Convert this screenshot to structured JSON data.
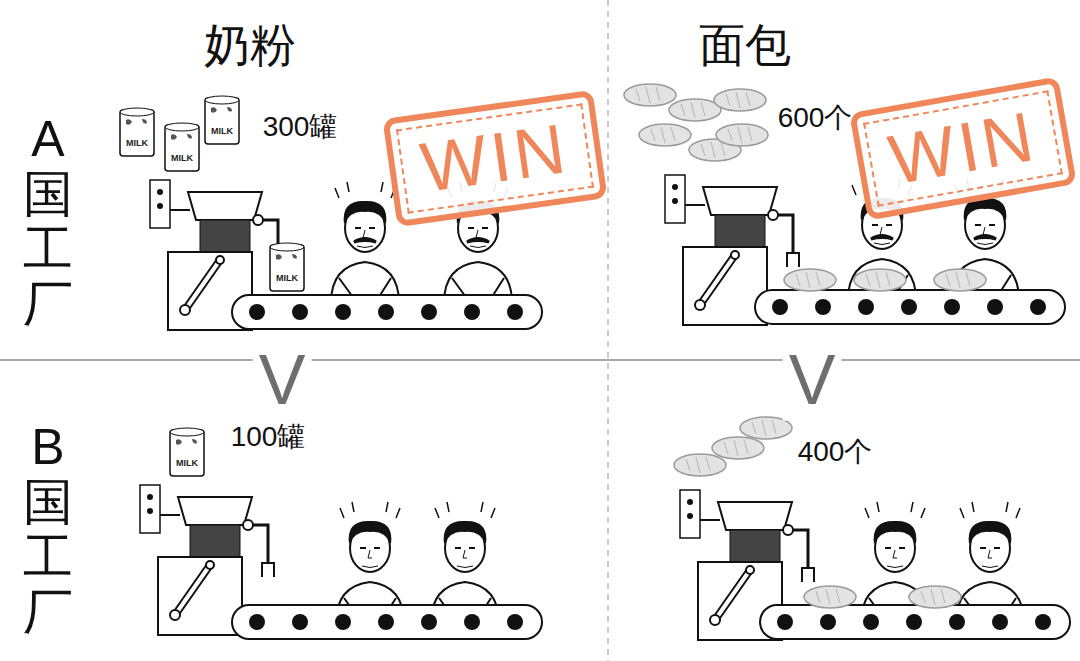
{
  "diagram": {
    "nodes": [
      {
        "text": [
          "WIN"
        ]
      },
      {
        "text": [
          "WIN"
        ]
      }
    ],
    "labels": [
      "奶粉",
      "面包",
      "A国工厂",
      "B国工厂",
      "300罐",
      "600个",
      "100罐",
      "400个",
      "V",
      "V",
      "MILK",
      "MILK",
      "MILK",
      "MILK",
      "MILK"
    ]
  }
}
